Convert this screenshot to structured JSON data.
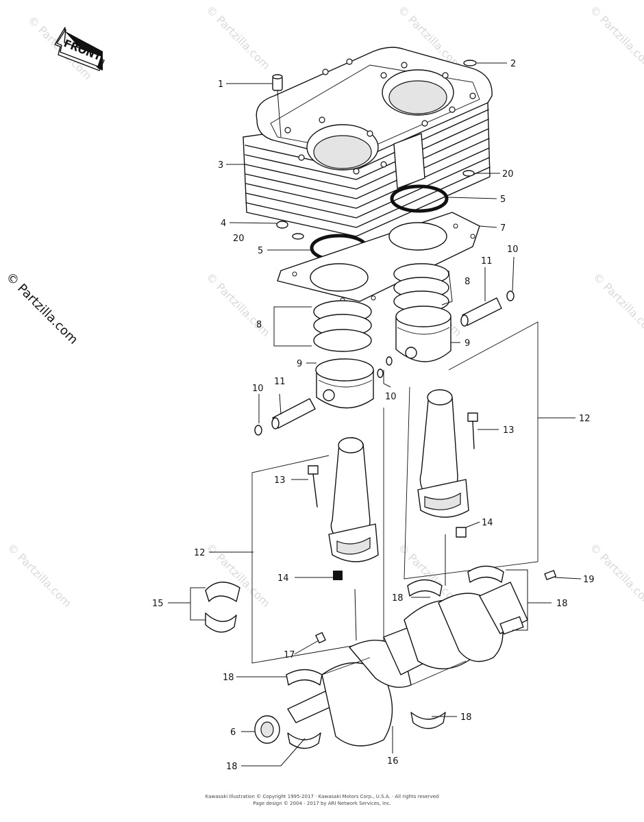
{
  "watermarks": {
    "text": "© Partzilla.com",
    "side_text": "© Partzilla.com"
  },
  "front_tag": {
    "label": "FRONT"
  },
  "callouts": {
    "c1": "1",
    "c2": "2",
    "c3": "3",
    "c4": "4",
    "c5a": "5",
    "c5b": "5",
    "c6": "6",
    "c7": "7",
    "c8a": "8",
    "c8b": "8",
    "c9a": "9",
    "c9b": "9",
    "c10a": "10",
    "c10b": "10",
    "c10c": "10",
    "c11a": "11",
    "c11b": "11",
    "c12a": "12",
    "c12b": "12",
    "c13a": "13",
    "c13b": "13",
    "c14a": "14",
    "c14b": "14",
    "c15": "15",
    "c16": "16",
    "c17": "17",
    "c18a": "18",
    "c18b": "18",
    "c18c": "18",
    "c18d": "18",
    "c18e": "18",
    "c19": "19",
    "c20a": "20",
    "c20b": "20"
  },
  "footer": {
    "line1": "Kawasaki Illustration © Copyright 1995-2017 · Kawasaki Motors Corp., U.S.A. · All rights reserved",
    "line2": "Page design © 2004 - 2017 by ARI Network Services, Inc."
  }
}
